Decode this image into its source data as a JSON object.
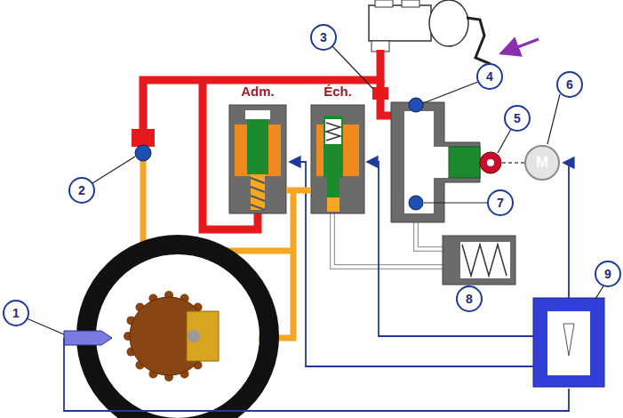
{
  "diagram": {
    "nodes": [
      {
        "text": [
          "Adm."
        ]
      },
      {
        "text": [
          "Éch."
        ]
      },
      {
        "text": [
          "M"
        ]
      }
    ],
    "edges": [
      {
        "from": 0,
        "to": 1,
        "arrow": "none"
      }
    ],
    "labels": [
      "1",
      "2",
      "3",
      "4",
      "5",
      "6",
      "7",
      "8",
      "9"
    ]
  }
}
